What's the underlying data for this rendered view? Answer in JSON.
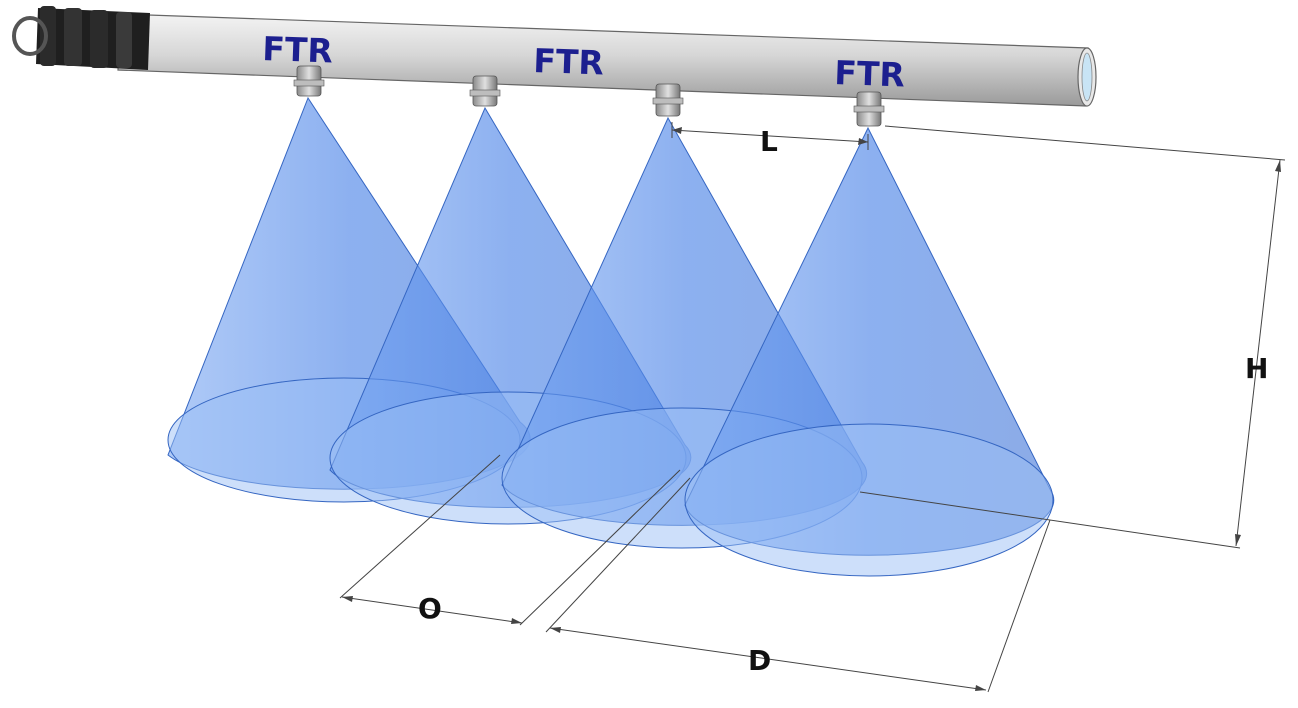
{
  "nozzle_labels": [
    "FTR",
    "FTR",
    "FTR"
  ],
  "dimensions": {
    "spacing": "L",
    "height": "H",
    "overlap": "O",
    "diameter": "D"
  },
  "colors": {
    "spray": "#4f86e8",
    "pipe": "#d9d9d9",
    "label": "#1c1f8f"
  }
}
